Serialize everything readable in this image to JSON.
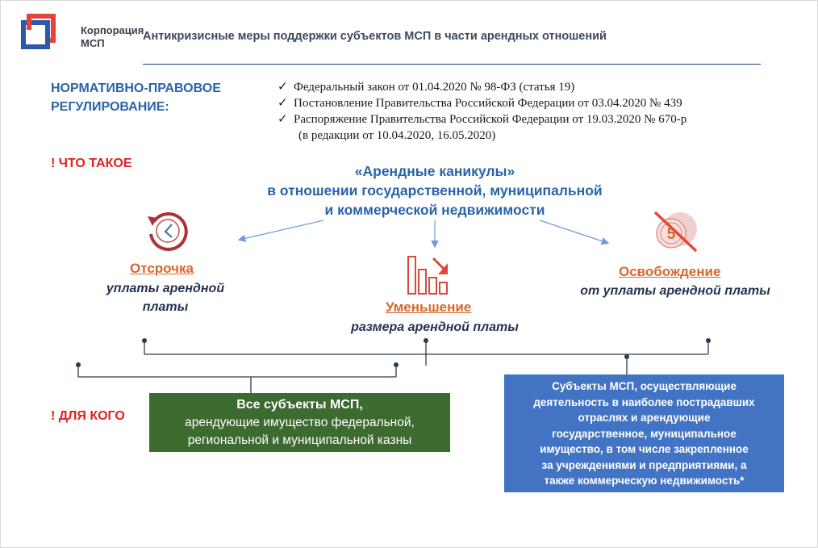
{
  "header": {
    "logo_line1": "Корпорация",
    "logo_line2": "МСП",
    "title": "Антикризисные меры поддержки субъектов МСП в части арендных отношений"
  },
  "regulation": {
    "heading_line1": "НОРМАТИВНО-ПРАВОВОЕ",
    "heading_line2": "РЕГУЛИРОВАНИЕ:",
    "check_glyph": "✓",
    "laws": [
      "Федеральный закон от 01.04.2020 № 98-ФЗ (статья 19)",
      "Постановление Правительства Российской Федерации от 03.04.2020 № 439",
      "Распоряжение Правительства Российской Федерации от 19.03.2020 № 670-р"
    ],
    "law3_continuation": "(в редакции от 10.04.2020, 16.05.2020)"
  },
  "what": {
    "label": "! ЧТО ТАКОЕ",
    "title_line1": "«Арендные каникулы»",
    "title_line2": "в отношении государственной, муниципальной",
    "title_line3": "и коммерческой недвижимости"
  },
  "options": {
    "deferral": {
      "title": "Отсрочка",
      "sub_line1": "уплаты арендной",
      "sub_line2": "платы",
      "icon": "clock-back-icon"
    },
    "reduction": {
      "title": "Уменьшение",
      "sub_line1": "размера арендной платы",
      "icon": "bar-chart-down-icon"
    },
    "exemption": {
      "title": "Освобождение",
      "sub_line1": "от уплаты арендной платы",
      "icon": "no-coins-icon",
      "icon_digit": "5"
    }
  },
  "whom": {
    "label": "! ДЛЯ КОГО",
    "green_box": {
      "line1": "Все субъекты МСП,",
      "line2": "арендующие имущество федеральной,",
      "line3": "региональной и муниципальной казны"
    },
    "blue_box": {
      "lines": [
        "Субъекты МСП, осуществляющие",
        "деятельность в наиболее пострадавших",
        "отраслях и арендующие",
        "государственное, муниципальное",
        "имущество, в том числе закрепленное",
        "за учреждениями и предприятиями, а",
        "также коммерческую недвижимость*"
      ]
    }
  },
  "colors": {
    "accent_blue": "#2a64a8",
    "accent_orange": "#d9662a",
    "alert_red": "#e02020",
    "green_box": "#3c6a2f",
    "blue_box": "#4374c4"
  }
}
